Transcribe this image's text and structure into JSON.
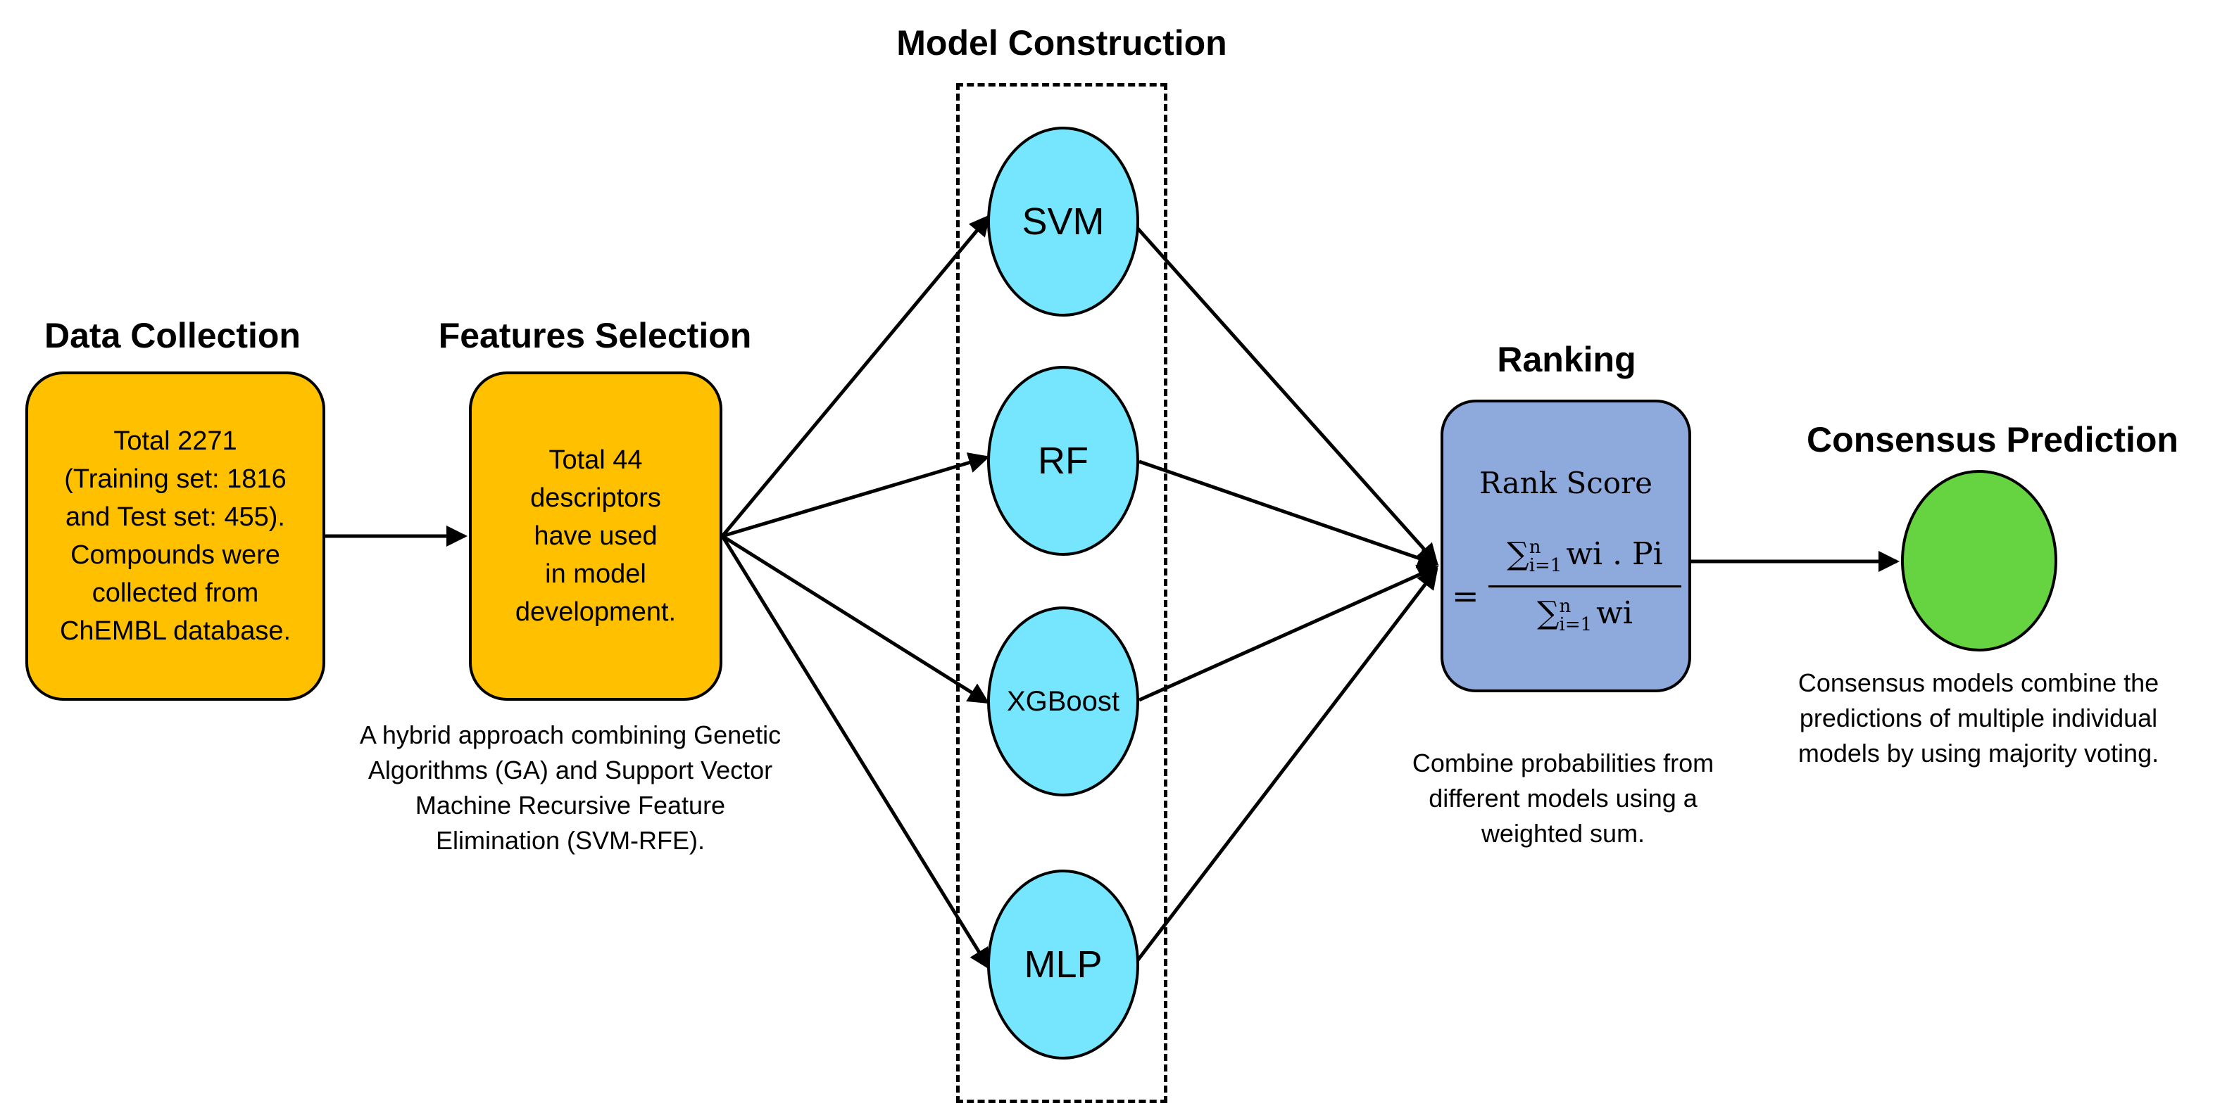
{
  "stages": {
    "data_collection": {
      "title": "Data Collection",
      "box_lines": [
        "Total 2271",
        "(Training set: 1816",
        "and Test set: 455).",
        "Compounds were",
        "collected from",
        "ChEMBL database."
      ]
    },
    "features_selection": {
      "title": "Features Selection",
      "box_lines": [
        "Total 44",
        "descriptors",
        "have used",
        "in model",
        "development."
      ],
      "caption_lines": [
        "A hybrid approach combining Genetic",
        "Algorithms (GA) and Support Vector",
        "Machine Recursive Feature",
        "Elimination (SVM-RFE)."
      ]
    },
    "model_construction": {
      "title": "Model Construction",
      "models": [
        "SVM",
        "RF",
        "XGBoost",
        "MLP"
      ]
    },
    "ranking": {
      "title": "Ranking",
      "box_title": "Rank Score",
      "formula": {
        "equals": "=",
        "sum": "∑",
        "upper": "n",
        "lower": "i=1",
        "numerator_term": "wi . Pi",
        "denominator_term": "wi"
      },
      "caption_lines": [
        "Combine probabilities from",
        "different models using a",
        "weighted sum."
      ]
    },
    "consensus_prediction": {
      "title": "Consensus Prediction",
      "caption_lines": [
        "Consensus models combine the",
        "predictions of multiple individual",
        "models by using majority voting."
      ]
    }
  },
  "colors": {
    "box_orange": "#ffc000",
    "model_circle": "#75e6fd",
    "rank_box": "#8eaadc",
    "consensus_circle": "#66d441"
  }
}
